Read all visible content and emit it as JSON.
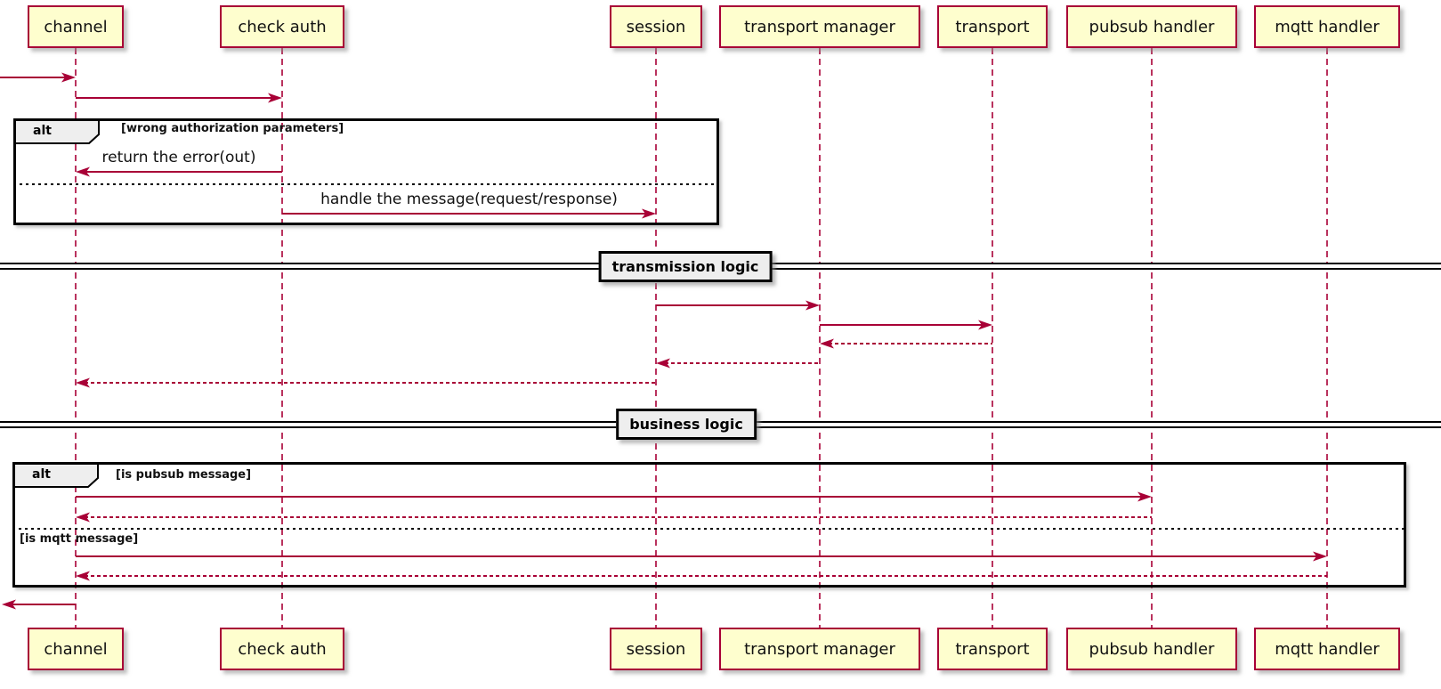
{
  "participants": [
    {
      "label": "channel"
    },
    {
      "label": "check auth"
    },
    {
      "label": "session"
    },
    {
      "label": "transport manager"
    },
    {
      "label": "transport"
    },
    {
      "label": "pubsub handler"
    },
    {
      "label": "mqtt handler"
    }
  ],
  "messages": {
    "return_error": "return the error(out)",
    "handle_message": "handle the message(request/response)"
  },
  "fragments": {
    "auth_alt": {
      "operator": "alt",
      "condition": "[wrong authorization parameters]"
    },
    "routing_alt": {
      "operator": "alt",
      "condition_pubsub": "[is pubsub message]",
      "condition_mqtt": "[is mqtt message]"
    }
  },
  "dividers": {
    "transmission": "transmission logic",
    "business": "business logic"
  },
  "colors": {
    "participant_fill": "#FEFECE",
    "accent": "#A80036",
    "fragment_header_fill": "#EEEEEE",
    "frame_border": "#000000"
  }
}
